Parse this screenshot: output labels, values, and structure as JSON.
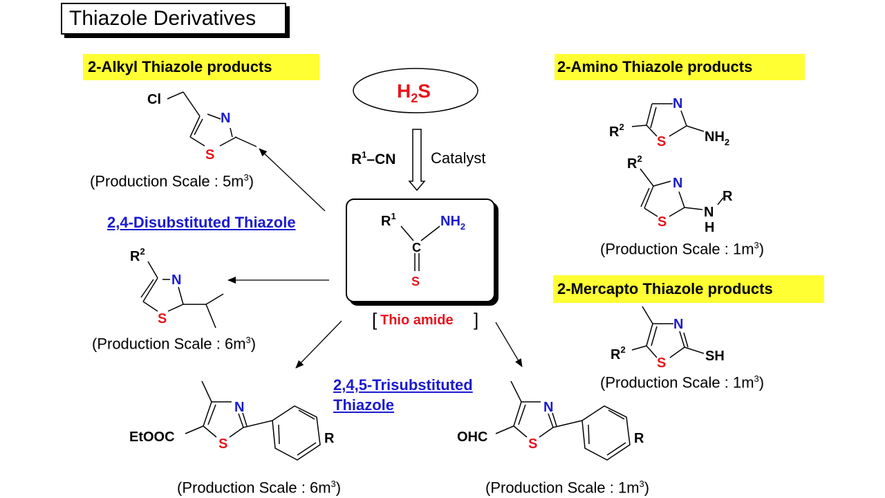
{
  "title": "Thiazole Derivatives",
  "sections": {
    "alkyl": "2-Alkyl Thiazole products",
    "amino": "2-Amino Thiazole products",
    "mercapto": "2-Mercapto Thiazole products",
    "disubstituted": "2,4-Disubstituted Thiazole",
    "trisubstituted_line1": "2,4,5-Trisubstituted ",
    "trisubstituted_line2": "Thiazole"
  },
  "center": {
    "reagent_h": "H",
    "reagent_sub": "2",
    "reagent_s": "S",
    "nitrile_r": "R",
    "nitrile_sup": "1",
    "nitrile_cn": "–CN",
    "catalyst": "Catalyst",
    "thioamide_label": "Thio amide",
    "bracket_left": "[",
    "bracket_right": "]"
  },
  "scales": {
    "alkyl": "(Production Scale : 5m",
    "amino": "(Production Scale : 1m",
    "mercapto": "(Production Scale : 1m",
    "disub": "(Production Scale : 6m",
    "trisub_ester": "(Production Scale : 6m",
    "trisub_aldehyde": "(Production Scale : 1m",
    "cube": "3",
    "close": ")"
  },
  "atoms": {
    "S": "S",
    "N": "N",
    "C": "C",
    "H": "H",
    "R": "R",
    "Cl": "Cl",
    "NH": "NH",
    "SH": "SH",
    "EtOOC": "EtOOC",
    "OHC": "OHC",
    "sup1": "1",
    "sup2": "2",
    "sub2": "2"
  },
  "colors": {
    "highlight": "#ffff33",
    "red": "#e8141e",
    "blue": "#1a1ad0"
  }
}
